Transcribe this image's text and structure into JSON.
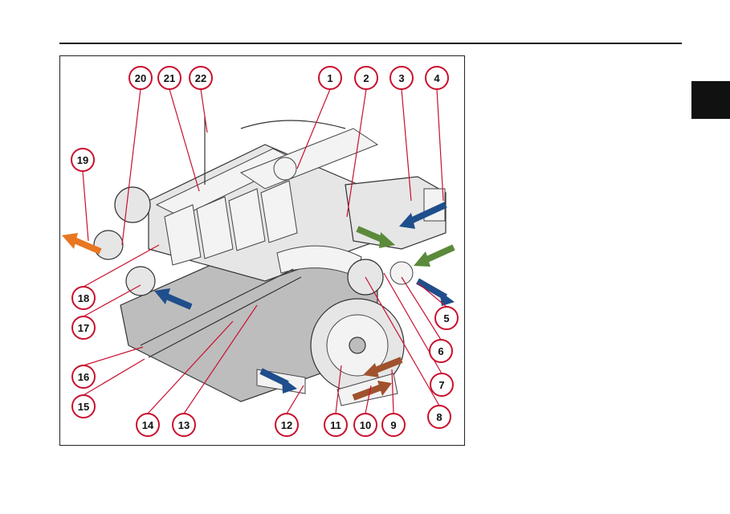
{
  "figure": {
    "callouts": [
      {
        "n": "1"
      },
      {
        "n": "2"
      },
      {
        "n": "3"
      },
      {
        "n": "4"
      },
      {
        "n": "5"
      },
      {
        "n": "6"
      },
      {
        "n": "7"
      },
      {
        "n": "8"
      },
      {
        "n": "9"
      },
      {
        "n": "10"
      },
      {
        "n": "11"
      },
      {
        "n": "12"
      },
      {
        "n": "13"
      },
      {
        "n": "14"
      },
      {
        "n": "15"
      },
      {
        "n": "16"
      },
      {
        "n": "17"
      },
      {
        "n": "18"
      },
      {
        "n": "19"
      },
      {
        "n": "20"
      },
      {
        "n": "21"
      },
      {
        "n": "22"
      }
    ],
    "flow_colors": {
      "blue": "#1f4e8c",
      "green": "#5b8a3a",
      "orange": "#e87722",
      "brown": "#a0522d"
    }
  },
  "colors": {
    "callout_ring": "#c8102e",
    "rule": "#1a1a1a",
    "chapter_tab": "#111111"
  }
}
